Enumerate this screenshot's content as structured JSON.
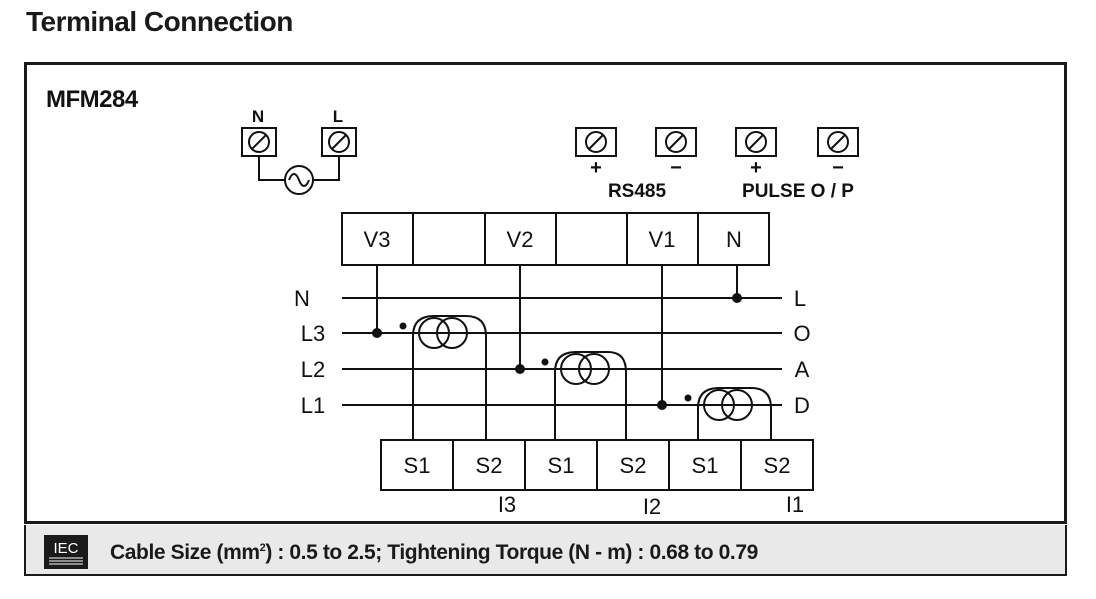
{
  "page": {
    "title": "Terminal Connection"
  },
  "panel": {
    "model": "MFM284"
  },
  "aux_supply": {
    "label_n": "N",
    "label_l": "L"
  },
  "comm_terminals": {
    "plus_1": "+",
    "minus_1": "−",
    "plus_2": "+",
    "minus_2": "−",
    "rs485_label": "RS485",
    "pulse_label": "PULSE O / P"
  },
  "voltage_terminals": [
    "V3",
    "",
    "V2",
    "",
    "V1",
    "N"
  ],
  "line_labels_left": [
    "N",
    "L3",
    "L2",
    "L1"
  ],
  "line_labels_right": [
    "L",
    "O",
    "A",
    "D"
  ],
  "current_terminals": [
    "S1",
    "S2",
    "S1",
    "S2",
    "S1",
    "S2"
  ],
  "current_groups": [
    "I3",
    "I2",
    "I1"
  ],
  "footer": {
    "logo_text": "IEC",
    "cable_prefix": "Cable Size (mm",
    "cable_sup": "2",
    "cable_suffix": ") : 0.5 to 2.5; Tightening Torque (N - m) : 0.68 to 0.79"
  }
}
